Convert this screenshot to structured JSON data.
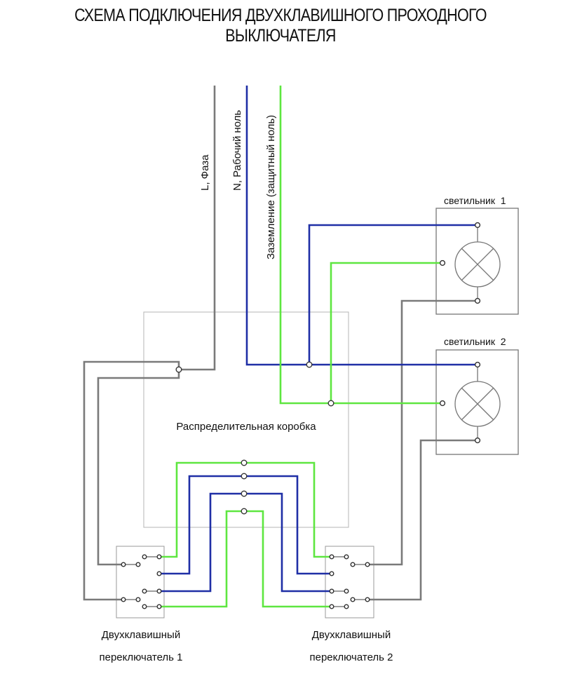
{
  "title": "СХЕМА ПОДКЛЮЧЕНИЯ ДВУХКЛАВИШНОГО ПРОХОДНОГО ВЫКЛЮЧАТЕЛЯ",
  "wires": {
    "phase": "L, Фаза",
    "neutral": "N, Рабочий ноль",
    "ground": "Заземление (защитный ноль)"
  },
  "lamps": {
    "lamp1": "светильник  1",
    "lamp2": "светильник  2"
  },
  "junction_box": "Распределительная коробка",
  "switches": {
    "switch1": [
      "Двухклавишный",
      "переключатель 1"
    ],
    "switch2": [
      "Двухклавишный",
      "переключатель 2"
    ]
  },
  "colors": {
    "phase": "#7a7a7a",
    "neutral": "#1f2fa6",
    "ground": "#5ee640",
    "box": "#b5b5b5",
    "outline": "#777777"
  }
}
